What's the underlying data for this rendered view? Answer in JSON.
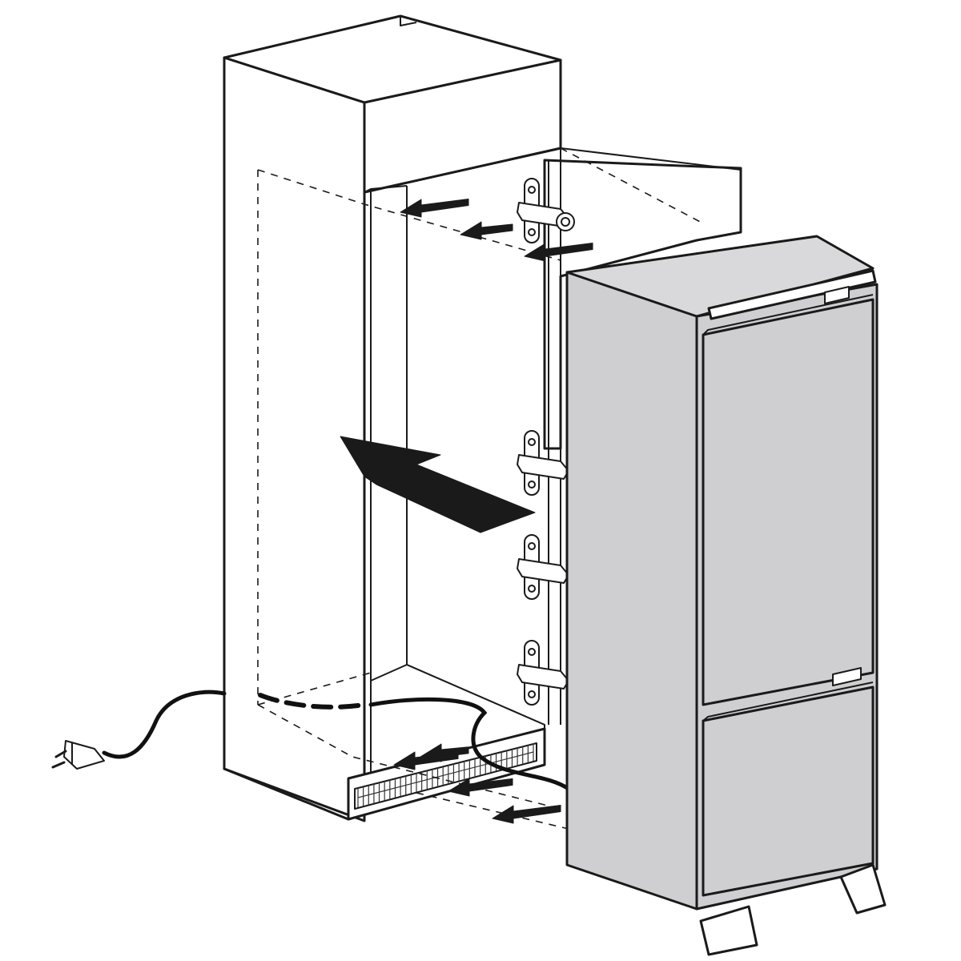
{
  "diagram": {
    "subject": "",
    "colors": {
      "line": "#1a1a1a",
      "appliance_fill": "#cfcfd1",
      "background": "#ffffff"
    },
    "parts": [
      {
        "id": "cabinet",
        "kind": "housing-cabinet"
      },
      {
        "id": "appliance",
        "kind": "refrigerator-freezer"
      },
      {
        "id": "upper-door",
        "kind": "door-panel"
      },
      {
        "id": "lower-door",
        "kind": "door-panel"
      },
      {
        "id": "hinges",
        "kind": "door-hinge",
        "count": 4
      },
      {
        "id": "ventilation-grille",
        "kind": "plinth-grille"
      },
      {
        "id": "power-cord",
        "kind": "cable-with-plug"
      },
      {
        "id": "insert-arrow",
        "kind": "direction-arrow"
      },
      {
        "id": "airflow-arrows",
        "kind": "small-arrows",
        "count": 7
      }
    ]
  }
}
